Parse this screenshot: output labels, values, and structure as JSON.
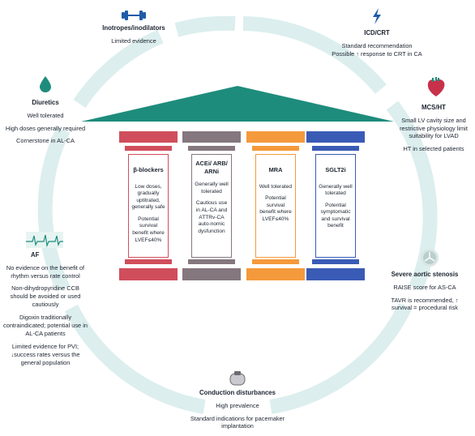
{
  "colors": {
    "ring": "#dceeee",
    "roof": "#1e8c7c",
    "beta": "#d04e5c",
    "arni": "#85777e",
    "mra": "#f49a3c",
    "sglt2": "#3a5bb5",
    "icon_teal": "#1e8c7c",
    "icon_blue": "#1f5ca8",
    "icon_red": "#c8314a"
  },
  "pillars": [
    {
      "title": "β-blockers",
      "points": [
        "Low doses, gradually uptitrated, generally safe",
        "Potential survival benefit where LVEF≤40%"
      ],
      "color_key": "beta"
    },
    {
      "title": "ACEi/ ARB/ ARNi",
      "points": [
        "Generally well tolerated",
        "Cautious use in AL-CA and ATTRv-CA auto-nomic dysfunction"
      ],
      "color_key": "arni"
    },
    {
      "title": "MRA",
      "points": [
        "Well tolerated",
        "Potential survival benefit where LVEF≤40%"
      ],
      "color_key": "mra"
    },
    {
      "title": "SGLT2i",
      "points": [
        "Generally well tolerated",
        "Potential symptomatic and survival benefit"
      ],
      "color_key": "sglt2"
    }
  ],
  "sections": {
    "inotropes": {
      "title": "Inotropes/inodilators",
      "lines": [
        "Limited evidence"
      ],
      "icon": "dumbbell-icon"
    },
    "icd": {
      "title": "ICD/CRT",
      "lines": [
        "Standard recommendation",
        "Possible ↑ response to CRT in CA"
      ],
      "icon": "lightning-icon"
    },
    "diuretics": {
      "title": "Diuretics",
      "lines": [
        "Well tolerated",
        "High doses generally required",
        "Cornerstone in AL-CA"
      ],
      "icon": "droplet-icon"
    },
    "mcs": {
      "title": "MCS/HT",
      "lines": [
        "Small LV cavity size and restrictive physiology limit suitability for LVAD",
        "HT in selected patients"
      ],
      "icon": "heart-icon"
    },
    "af": {
      "title": "AF",
      "lines": [
        "No evidence on the benefit of rhythm versus rate control",
        "Non-dihydropyridine CCB should be avoided or used cautiously",
        "Digoxin traditionally contraindicated; potential use in AL-CA patients",
        "Limited evidence for PVI; ↓success rates versus the general population"
      ],
      "icon": "ecg-icon"
    },
    "aortic": {
      "title": "Severe aortic stenosis",
      "lines": [
        "RAISE score for AS-CA",
        "TAVR is recommended, ↑ survival = procedural risk"
      ],
      "icon": "valve-icon"
    },
    "conduction": {
      "title": "Conduction disturbances",
      "lines": [
        "High prevalence",
        "Standard indications for pacemaker implantation"
      ],
      "icon": "pacemaker-icon"
    }
  }
}
